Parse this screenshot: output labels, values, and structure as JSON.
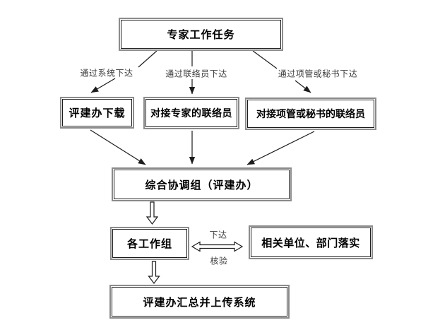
{
  "diagram": {
    "type": "flowchart",
    "background": "#ffffff",
    "colors": {
      "line": "#1c1c1c",
      "box_border_outer": "#8c8c8c",
      "box_border_inner": "#1c1c1c",
      "box_text": "#000000",
      "edge_label_text": "#3d3d3d"
    },
    "nodes": {
      "expert_task": "专家工作任务",
      "pjb_download": "评建办下载",
      "expert_liaison": "对接专家的联络员",
      "pm_secretary_liaison": "对接项管或秘书的联络员",
      "coordination_group": "综合协调组（评建办）",
      "work_groups": "各工作组",
      "related_units": "相关单位、部门落实",
      "summary_upload": "评建办汇总并上传系统"
    },
    "edge_labels": {
      "via_system": "通过系统下达",
      "via_liaison": "通过联络员下达",
      "via_pm_or_secretary": "通过项管或秘书下达",
      "issue": "下达",
      "verify": "核验"
    }
  }
}
